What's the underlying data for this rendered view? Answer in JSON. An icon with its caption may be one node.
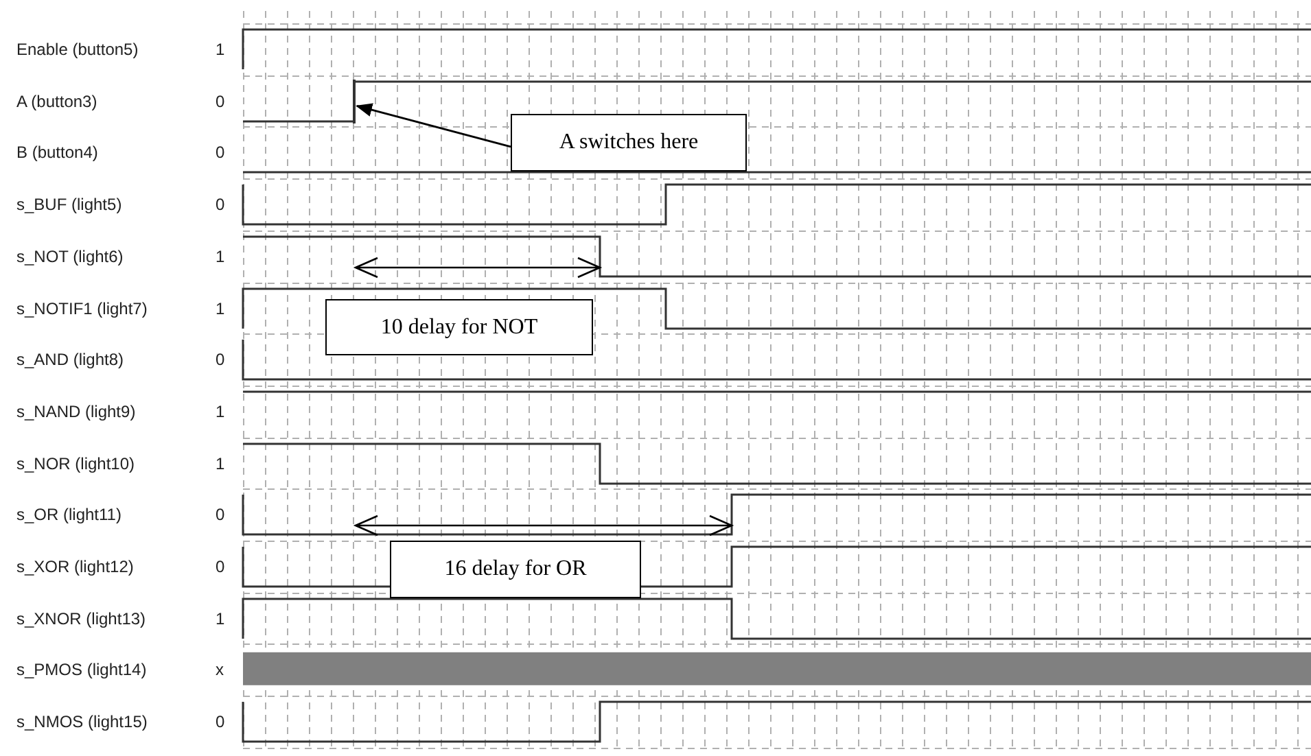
{
  "diagram": {
    "nodes": [
      {
        "text": [
          "A switches here"
        ]
      },
      {
        "text": [
          "10 delay for NOT"
        ]
      },
      {
        "text": [
          "16 delay for OR"
        ]
      },
      {
        "text": [],
        "shape": "line"
      }
    ],
    "edges": [
      {
        "from": 0,
        "to": 3,
        "arrow": "to"
      }
    ],
    "labels": [
      "Enable (button5)",
      "1",
      "A (button3)",
      "0",
      "B (button4)",
      "0",
      "s_BUF (light5)",
      "0",
      "s_NOT (light6)",
      "1",
      "s_NOTIF1 (light7)",
      "1",
      "s_AND (light8)",
      "0",
      "s_NAND (light9)",
      "1",
      "s_NOR (light10)",
      "1",
      "s_OR (light11)",
      "0",
      "s_XOR (light12)",
      "0",
      "s_XNOR (light13)",
      "1",
      "s_PMOS (light14)",
      "x",
      "s_NMOS (light15)",
      "0"
    ]
  }
}
